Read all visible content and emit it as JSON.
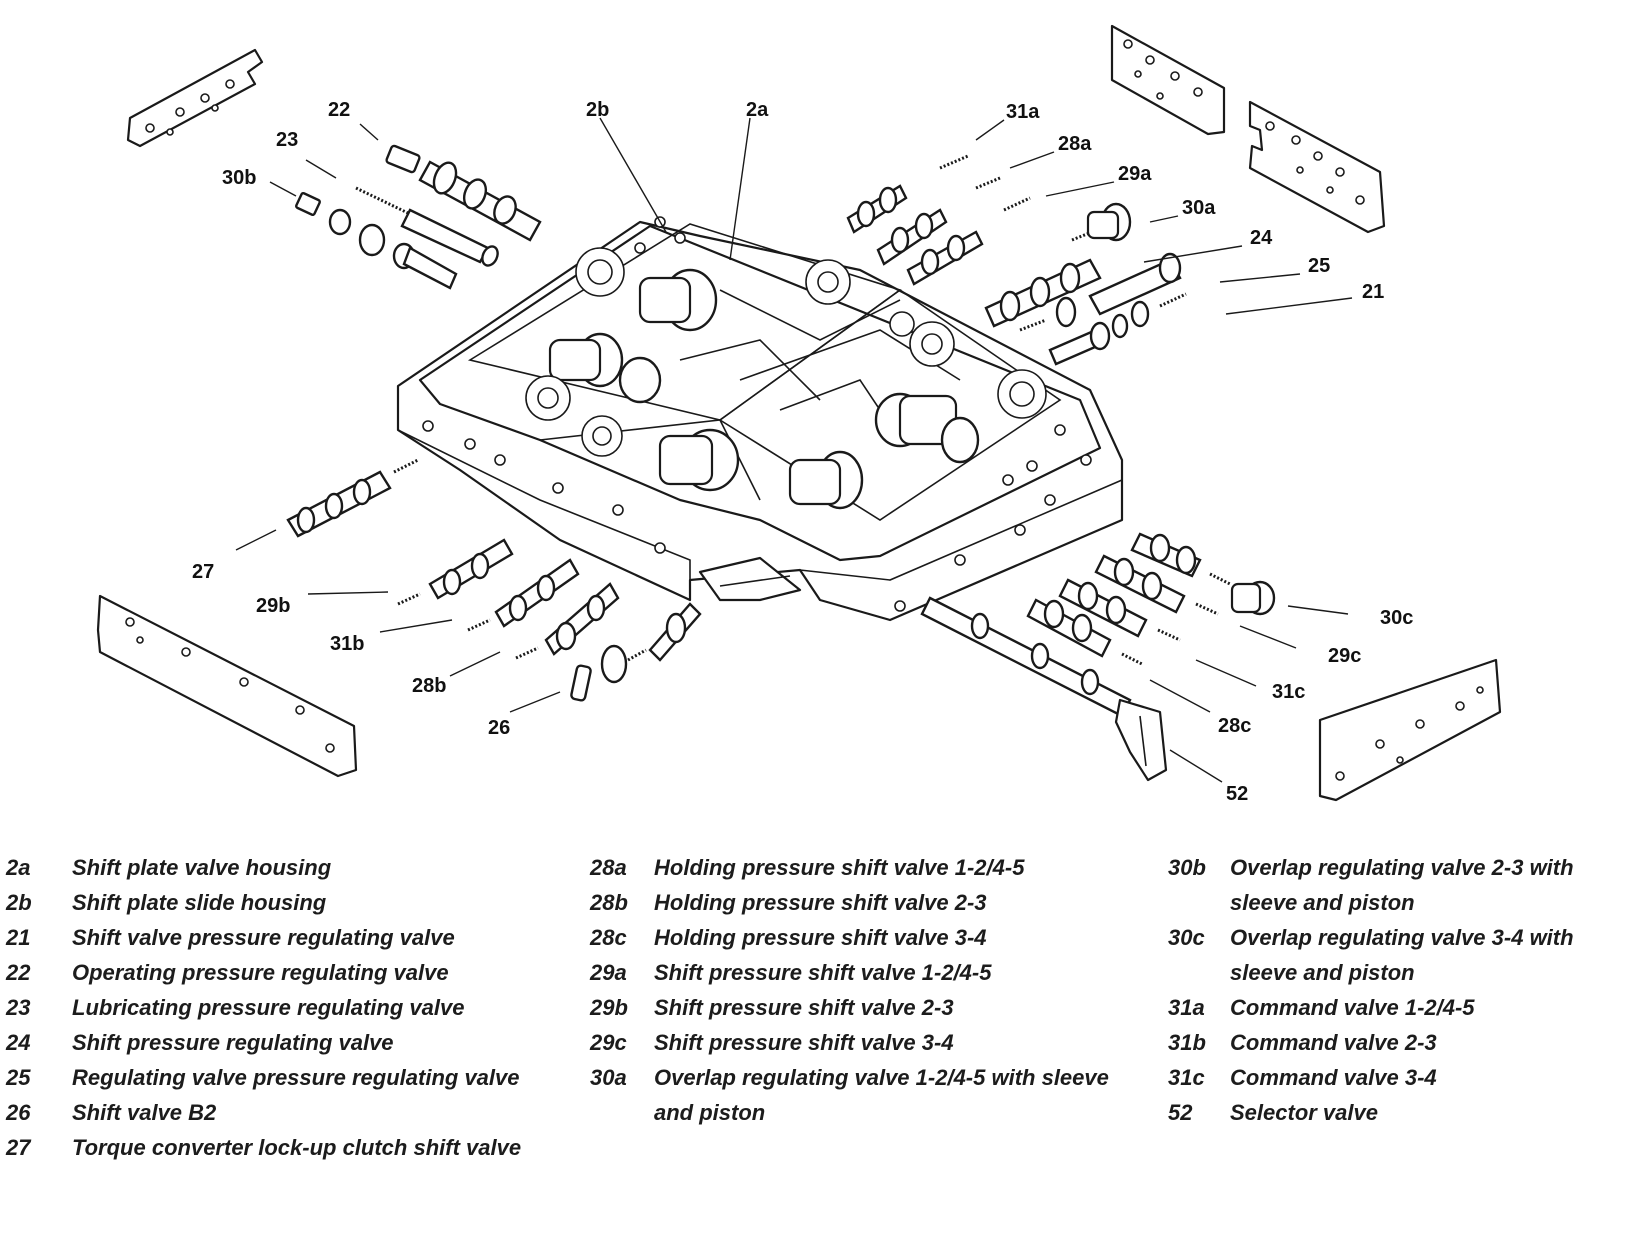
{
  "callouts": {
    "c22": "22",
    "c23": "23",
    "c30b": "30b",
    "c2b": "2b",
    "c2a": "2a",
    "c31a": "31a",
    "c28a": "28a",
    "c29a": "29a",
    "c30a": "30a",
    "c24": "24",
    "c25": "25",
    "c21": "21",
    "c27": "27",
    "c29b": "29b",
    "c31b": "31b",
    "c28b": "28b",
    "c26": "26",
    "c30c": "30c",
    "c29c": "29c",
    "c31c": "31c",
    "c28c": "28c",
    "c52": "52"
  },
  "legend": {
    "col1": [
      {
        "code": "2a",
        "text": "Shift plate valve housing"
      },
      {
        "code": "2b",
        "text": "Shift plate slide housing"
      },
      {
        "code": "21",
        "text": "Shift valve pressure regulating valve"
      },
      {
        "code": "22",
        "text": "Operating pressure regulating valve"
      },
      {
        "code": "23",
        "text": "Lubricating pressure regulating valve"
      },
      {
        "code": "24",
        "text": "Shift pressure regulating valve"
      },
      {
        "code": "25",
        "text": "Regulating valve pressure regulating valve"
      },
      {
        "code": "26",
        "text": "Shift valve B2"
      },
      {
        "code": "27",
        "text": "Torque converter lock-up clutch shift valve"
      }
    ],
    "col2": [
      {
        "code": "28a",
        "text": "Holding pressure shift valve 1-2/4-5"
      },
      {
        "code": "28b",
        "text": "Holding pressure shift valve 2-3"
      },
      {
        "code": "28c",
        "text": "Holding pressure shift valve 3-4"
      },
      {
        "code": "29a",
        "text": "Shift pressure shift valve 1-2/4-5"
      },
      {
        "code": "29b",
        "text": "Shift pressure shift valve 2-3"
      },
      {
        "code": "29c",
        "text": "Shift pressure shift valve 3-4"
      },
      {
        "code": "30a",
        "text": "Overlap regulating valve 1-2/4-5 with sleeve and piston"
      }
    ],
    "col3": [
      {
        "code": "30b",
        "text": "Overlap regulating valve 2-3 with sleeve and piston"
      },
      {
        "code": "30c",
        "text": "Overlap regulating valve 3-4 with sleeve and piston"
      },
      {
        "code": "31a",
        "text": "Command valve 1-2/4-5"
      },
      {
        "code": "31b",
        "text": "Command valve 2-3"
      },
      {
        "code": "31c",
        "text": "Command valve 3-4"
      },
      {
        "code": "52",
        "text": "Selector valve"
      }
    ]
  }
}
